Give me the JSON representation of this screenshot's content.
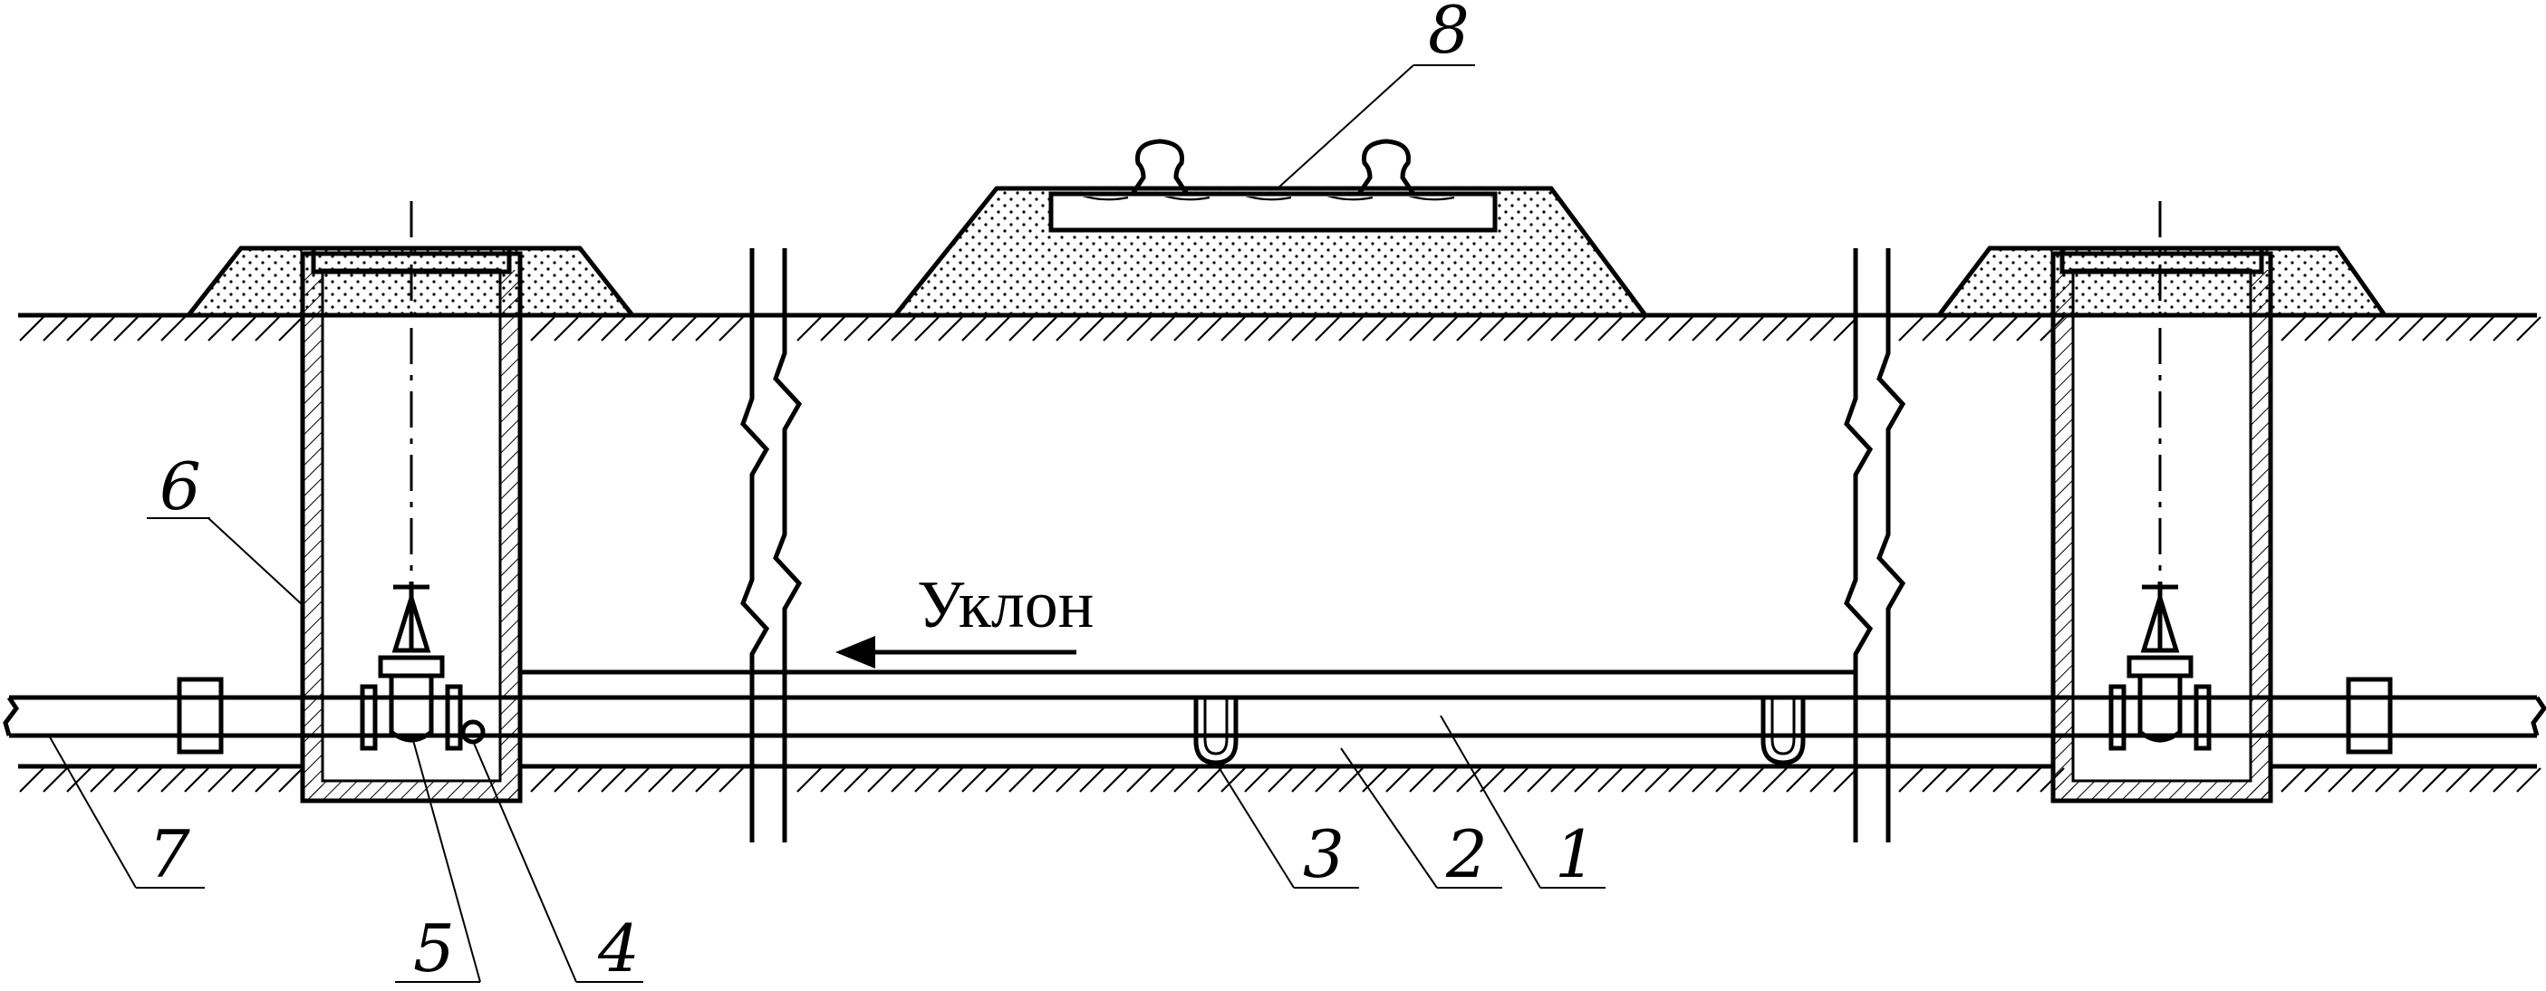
{
  "diagram": {
    "slope_label": "Уклон",
    "callouts": [
      {
        "id": "1",
        "text": "1"
      },
      {
        "id": "2",
        "text": "2"
      },
      {
        "id": "3",
        "text": "3"
      },
      {
        "id": "4",
        "text": "4"
      },
      {
        "id": "5",
        "text": "5"
      },
      {
        "id": "6",
        "text": "6"
      },
      {
        "id": "7",
        "text": "7"
      },
      {
        "id": "8",
        "text": "8"
      }
    ]
  }
}
